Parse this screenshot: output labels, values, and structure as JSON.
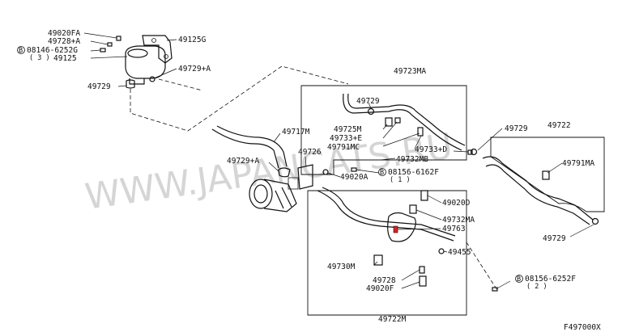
{
  "watermark": "WWW.JAPANCATS.RU",
  "figure_code": "F497000X",
  "labels": {
    "p49020fa": "49020FA",
    "p49728a_top": "49728+A",
    "bolt_top": "08146-6252G",
    "bolt_top_qty": "( 3 )",
    "p49125": "49125",
    "p49125g": "49125G",
    "p49729a_top": "49729+A",
    "p49729_left": "49729",
    "p49723ma": "49723MA",
    "p49729_mid": "49729",
    "p49725m": "49725M",
    "p49733e": "49733+E",
    "p49791mc": "49791MC",
    "p49733d": "49733+D",
    "p49732mb": "49732MB",
    "p49717m": "49717M",
    "p49726": "49726",
    "p49729a_pump": "49729+A",
    "p49020a": "49020A",
    "bolt_mid": "08156-6162F",
    "bolt_mid_qty": "( 1 )",
    "p49729_right": "49729",
    "p49722": "49722",
    "p49791ma": "49791MA",
    "p49729_bottom": "49729",
    "p49020d": "49020D",
    "p49732ma": "49732MA",
    "p49763": "49763",
    "p49455": "49455",
    "p49730m": "49730M",
    "p49728_low": "49728",
    "p49020f": "49020F",
    "bolt_low": "08156-6252F",
    "bolt_low_qty": "( 2 )",
    "p49722m": "49722M",
    "b": "B"
  }
}
